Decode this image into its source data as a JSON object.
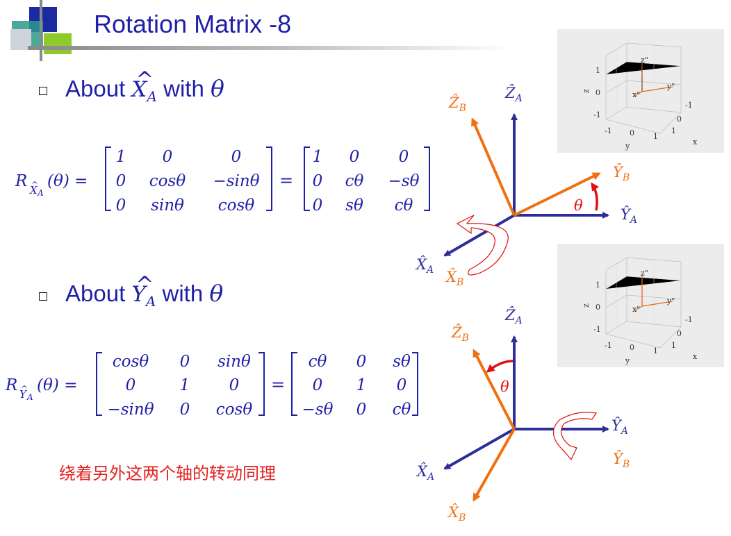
{
  "slide": {
    "title": "Rotation Matrix -8",
    "bullet1": {
      "label": "About",
      "axis": "X",
      "sub": "A",
      "with": "with",
      "theta": "θ"
    },
    "bullet2": {
      "label": "About",
      "axis": "Y",
      "sub": "A",
      "with": "with",
      "theta": "θ"
    },
    "note": "绕着另外这两个轴的转动同理"
  },
  "matrix_x": {
    "lhs": {
      "R": "R",
      "sub_hat": "X",
      "sub_sub": "A",
      "arg": "(θ) ="
    },
    "full": [
      [
        "1",
        "0",
        "0"
      ],
      [
        "0",
        "cosθ",
        "−sinθ"
      ],
      [
        "0",
        "sinθ",
        "cosθ"
      ]
    ],
    "short": [
      [
        "1",
        "0",
        "0"
      ],
      [
        "0",
        "cθ",
        "−sθ"
      ],
      [
        "0",
        "sθ",
        "cθ"
      ]
    ],
    "eq": "="
  },
  "matrix_y": {
    "lhs": {
      "R": "R",
      "sub_hat": "Y",
      "sub_sub": "A",
      "arg": "(θ) ="
    },
    "full": [
      [
        "cosθ",
        "0",
        "sinθ"
      ],
      [
        "0",
        "1",
        "0"
      ],
      [
        "−sinθ",
        "0",
        "cosθ"
      ]
    ],
    "short": [
      [
        "cθ",
        "0",
        "sθ"
      ],
      [
        "0",
        "1",
        "0"
      ],
      [
        "−sθ",
        "0",
        "cθ"
      ]
    ],
    "eq": "="
  },
  "diagram1": {
    "ZA": "Ẑ",
    "ZA_sub": "A",
    "ZB": "Ẑ",
    "ZB_sub": "B",
    "YA": "Ŷ",
    "YA_sub": "A",
    "YB": "Ŷ",
    "YB_sub": "B",
    "XA": "X̂",
    "XA_sub": "A",
    "XB": "X̂",
    "XB_sub": "B",
    "theta": "θ"
  },
  "diagram2": {
    "ZA": "Ẑ",
    "ZA_sub": "A",
    "ZB": "Ẑ",
    "ZB_sub": "B",
    "YA": "Ŷ",
    "YA_sub": "A",
    "YB": "Ŷ",
    "YB_sub": "B",
    "XA": "X̂",
    "XA_sub": "A",
    "XB": "X̂",
    "XB_sub": "B",
    "theta": "θ"
  },
  "thumb": {
    "z_ticks": [
      "1",
      "0",
      "-1"
    ],
    "y_ticks": [
      "-1",
      "0",
      "1"
    ],
    "x_ticks": [
      "-1",
      "0",
      "1"
    ],
    "zlabel": "z",
    "ylabel": "y",
    "xlabel": "x",
    "axis_z": "z\"",
    "axis_y": "y\"",
    "axis_x": "x\""
  },
  "colors": {
    "blue": "#2e2e9a",
    "orange": "#f07010",
    "red": "#e01010",
    "title": "#1f1fa8"
  }
}
